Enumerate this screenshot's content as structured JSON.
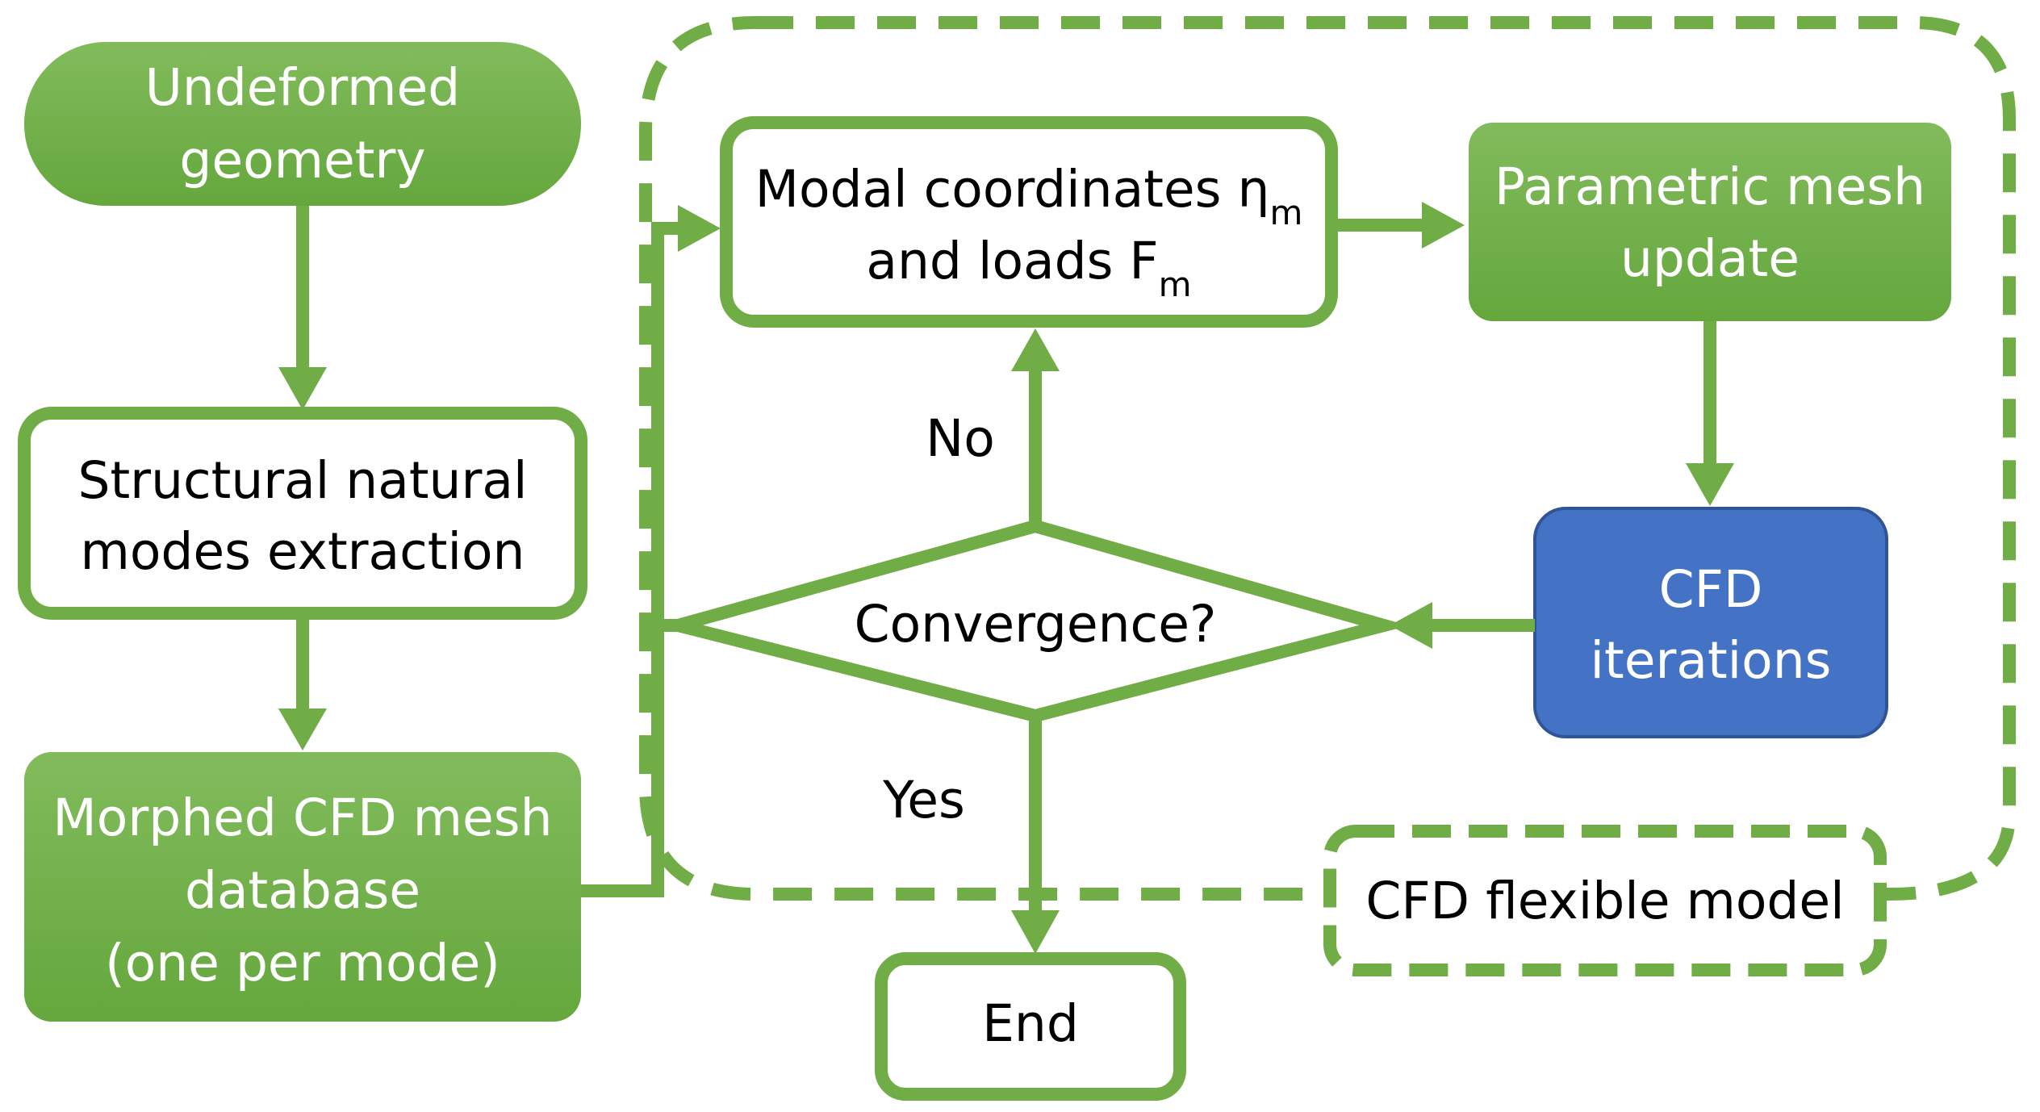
{
  "colors": {
    "green": "#70ad47",
    "green_fill_top": "#82bb5c",
    "green_fill_bottom": "#65a73d",
    "blue": "#4472c4",
    "blue_border": "#2f5597",
    "white": "#ffffff",
    "text_dark": "#000000"
  },
  "nodes": {
    "undeformed": {
      "line1": "Undeformed",
      "line2": "geometry"
    },
    "structural": {
      "line1": "Structural natural",
      "line2": "modes extraction"
    },
    "morphed": {
      "line1": "Morphed CFD mesh",
      "line2": "database",
      "line3": "(one per mode)"
    },
    "modal": {
      "line1_text": "Modal coordinates ",
      "line1_symbol": "η",
      "line1_sub": "m",
      "line2_text": "and loads F",
      "line2_sub": "m"
    },
    "parametric": {
      "line1": "Parametric mesh",
      "line2": "update"
    },
    "cfd_iterations": {
      "line1": "CFD",
      "line2": "iterations"
    },
    "convergence": {
      "label": "Convergence?"
    },
    "end": {
      "label": "End"
    },
    "flexible_model": {
      "label": "CFD flexible model"
    }
  },
  "edges": {
    "no_label": "No",
    "yes_label": "Yes"
  }
}
